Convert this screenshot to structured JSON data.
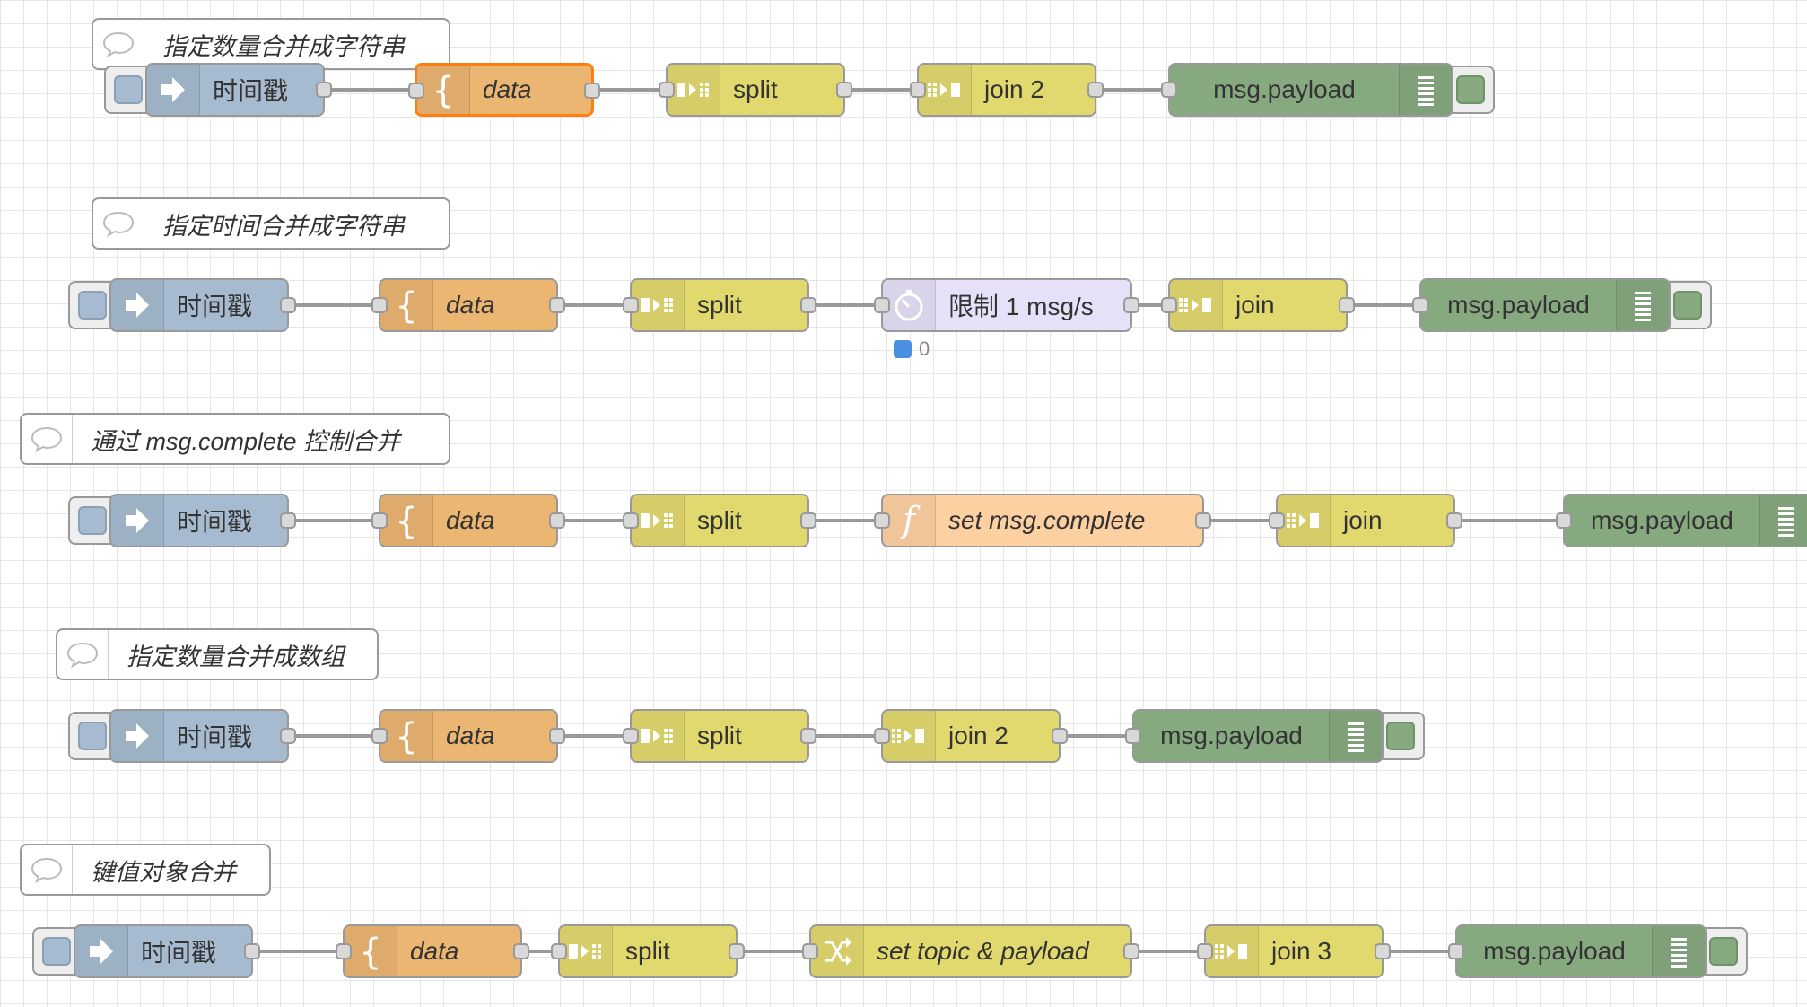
{
  "colors": {
    "inject": "#a6bbcf",
    "template": "#ebb572",
    "splitjoin": "#e2d96e",
    "delay": "#e6e0f8",
    "function": "#fdd0a2",
    "change": "#e2d96e",
    "debug": "#87a980",
    "selected_border": "#ff7f0e",
    "status_dot": "#4a90e2"
  },
  "flows": [
    {
      "comment": "指定数量合并成字符串",
      "nodes": [
        {
          "type": "inject",
          "label": "时间戳",
          "icon": "arrow-right-icon"
        },
        {
          "type": "template",
          "label": "data",
          "icon": "brace-icon",
          "italic": true,
          "selected": true
        },
        {
          "type": "split",
          "label": "split",
          "icon": "split-icon"
        },
        {
          "type": "join",
          "label": "join 2",
          "icon": "join-icon"
        },
        {
          "type": "debug",
          "label": "msg.payload",
          "icon": "list-icon"
        }
      ]
    },
    {
      "comment": "指定时间合并成字符串",
      "nodes": [
        {
          "type": "inject",
          "label": "时间戳",
          "icon": "arrow-right-icon"
        },
        {
          "type": "template",
          "label": "data",
          "icon": "brace-icon",
          "italic": true
        },
        {
          "type": "split",
          "label": "split",
          "icon": "split-icon"
        },
        {
          "type": "delay",
          "label": "限制 1 msg/s",
          "icon": "timer-icon",
          "status": "0"
        },
        {
          "type": "join",
          "label": "join",
          "icon": "join-icon"
        },
        {
          "type": "debug",
          "label": "msg.payload",
          "icon": "list-icon"
        }
      ]
    },
    {
      "comment": "通过 msg.complete 控制合并",
      "nodes": [
        {
          "type": "inject",
          "label": "时间戳",
          "icon": "arrow-right-icon"
        },
        {
          "type": "template",
          "label": "data",
          "icon": "brace-icon",
          "italic": true
        },
        {
          "type": "split",
          "label": "split",
          "icon": "split-icon"
        },
        {
          "type": "function",
          "label": "set msg.complete",
          "icon": "function-icon",
          "italic": true
        },
        {
          "type": "join",
          "label": "join",
          "icon": "join-icon"
        },
        {
          "type": "debug",
          "label": "msg.payload",
          "icon": "list-icon"
        }
      ]
    },
    {
      "comment": "指定数量合并成数组",
      "nodes": [
        {
          "type": "inject",
          "label": "时间戳",
          "icon": "arrow-right-icon"
        },
        {
          "type": "template",
          "label": "data",
          "icon": "brace-icon",
          "italic": true
        },
        {
          "type": "split",
          "label": "split",
          "icon": "split-icon"
        },
        {
          "type": "join",
          "label": "join 2",
          "icon": "join-icon"
        },
        {
          "type": "debug",
          "label": "msg.payload",
          "icon": "list-icon"
        }
      ]
    },
    {
      "comment": "键值对象合并",
      "nodes": [
        {
          "type": "inject",
          "label": "时间戳",
          "icon": "arrow-right-icon"
        },
        {
          "type": "template",
          "label": "data",
          "icon": "brace-icon",
          "italic": true
        },
        {
          "type": "split",
          "label": "split",
          "icon": "split-icon"
        },
        {
          "type": "change",
          "label": "set topic & payload",
          "icon": "shuffle-icon",
          "italic": true
        },
        {
          "type": "join",
          "label": "join 3",
          "icon": "join-icon"
        },
        {
          "type": "debug",
          "label": "msg.payload",
          "icon": "list-icon"
        }
      ]
    }
  ]
}
